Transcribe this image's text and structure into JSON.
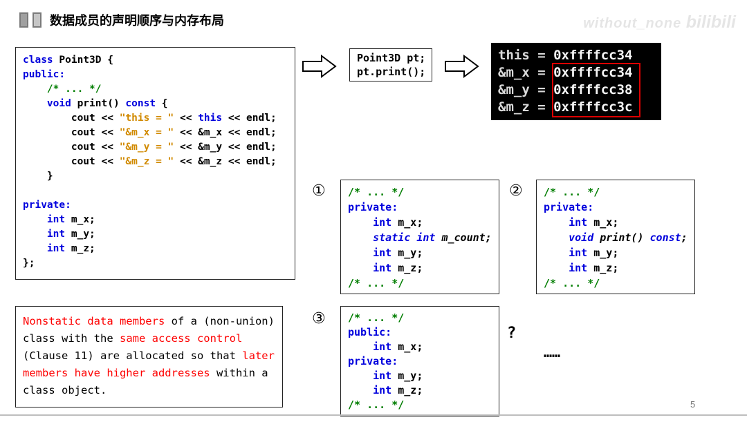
{
  "header": {
    "title": "数据成员的声明顺序与内存布局",
    "watermark_1": "without_none",
    "watermark_2": "bilibili"
  },
  "main_code": {
    "lines": [
      [
        [
          "kw",
          "class"
        ],
        [
          "p",
          " Point3D {"
        ]
      ],
      [
        [
          "kw",
          "public:"
        ]
      ],
      [
        [
          "p",
          "    "
        ],
        [
          "com",
          "/* ... */"
        ]
      ],
      [
        [
          "p",
          "    "
        ],
        [
          "kw",
          "void"
        ],
        [
          "p",
          " print() "
        ],
        [
          "kw",
          "const"
        ],
        [
          "p",
          " {"
        ]
      ],
      [
        [
          "p",
          "        cout << "
        ],
        [
          "str",
          "\"this = \""
        ],
        [
          "p",
          " << "
        ],
        [
          "kw",
          "this"
        ],
        [
          "p",
          " << endl;"
        ]
      ],
      [
        [
          "p",
          "        cout << "
        ],
        [
          "str",
          "\"&m_x = \""
        ],
        [
          "p",
          " << &m_x << endl;"
        ]
      ],
      [
        [
          "p",
          "        cout << "
        ],
        [
          "str",
          "\"&m_y = \""
        ],
        [
          "p",
          " << &m_y << endl;"
        ]
      ],
      [
        [
          "p",
          "        cout << "
        ],
        [
          "str",
          "\"&m_z = \""
        ],
        [
          "p",
          " << &m_z << endl;"
        ]
      ],
      [
        [
          "p",
          "    }"
        ]
      ],
      [],
      [
        [
          "kw",
          "private:"
        ]
      ],
      [
        [
          "p",
          "    "
        ],
        [
          "kw",
          "int"
        ],
        [
          "p",
          " m_x;"
        ]
      ],
      [
        [
          "p",
          "    "
        ],
        [
          "kw",
          "int"
        ],
        [
          "p",
          " m_y;"
        ]
      ],
      [
        [
          "p",
          "    "
        ],
        [
          "kw",
          "int"
        ],
        [
          "p",
          " m_z;"
        ]
      ],
      [
        [
          "p",
          "};"
        ]
      ]
    ]
  },
  "call_box": {
    "lines": [
      [
        [
          "p",
          "Point3D pt;"
        ]
      ],
      [
        [
          "p",
          "pt.print();"
        ]
      ]
    ]
  },
  "terminal": {
    "lines": [
      [
        [
          "t",
          "this = "
        ],
        [
          "tv",
          "0xffffcc34"
        ]
      ],
      [
        [
          "t",
          "&m_x = "
        ],
        [
          "tv",
          "0xffffcc34"
        ]
      ],
      [
        [
          "t",
          "&m_y = "
        ],
        [
          "tv",
          "0xffffcc38"
        ]
      ],
      [
        [
          "t",
          "&m_z = "
        ],
        [
          "tv",
          "0xffffcc3c"
        ]
      ]
    ]
  },
  "snippets": {
    "one": {
      "num": "①",
      "lines": [
        [
          [
            "com",
            "/* ... */"
          ]
        ],
        [
          [
            "kw",
            "private:"
          ]
        ],
        [
          [
            "p",
            "    "
          ],
          [
            "kw",
            "int"
          ],
          [
            "p",
            " m_x;"
          ]
        ],
        [
          [
            "pi",
            "    "
          ],
          [
            "kwi",
            "static int"
          ],
          [
            "pi",
            " m_count;"
          ]
        ],
        [
          [
            "p",
            "    "
          ],
          [
            "kw",
            "int"
          ],
          [
            "p",
            " m_y;"
          ]
        ],
        [
          [
            "p",
            "    "
          ],
          [
            "kw",
            "int"
          ],
          [
            "p",
            " m_z;"
          ]
        ],
        [
          [
            "com",
            "/* ... */"
          ]
        ]
      ]
    },
    "two": {
      "num": "②",
      "lines": [
        [
          [
            "com",
            "/* ... */"
          ]
        ],
        [
          [
            "kw",
            "private:"
          ]
        ],
        [
          [
            "p",
            "    "
          ],
          [
            "kw",
            "int"
          ],
          [
            "p",
            " m_x;"
          ]
        ],
        [
          [
            "pi",
            "    "
          ],
          [
            "kwi",
            "void"
          ],
          [
            "pi",
            " print() "
          ],
          [
            "kwi",
            "const"
          ],
          [
            "pi",
            ";"
          ]
        ],
        [
          [
            "p",
            "    "
          ],
          [
            "kw",
            "int"
          ],
          [
            "p",
            " m_y;"
          ]
        ],
        [
          [
            "p",
            "    "
          ],
          [
            "kw",
            "int"
          ],
          [
            "p",
            " m_z;"
          ]
        ],
        [
          [
            "com",
            "/* ... */"
          ]
        ]
      ]
    },
    "three": {
      "num": "③",
      "lines": [
        [
          [
            "com",
            "/* ... */"
          ]
        ],
        [
          [
            "kw",
            "public:"
          ]
        ],
        [
          [
            "p",
            "    "
          ],
          [
            "kw",
            "int"
          ],
          [
            "p",
            " m_x;"
          ]
        ],
        [
          [
            "kw",
            "private:"
          ]
        ],
        [
          [
            "p",
            "    "
          ],
          [
            "kw",
            "int"
          ],
          [
            "p",
            " m_y;"
          ]
        ],
        [
          [
            "p",
            "    "
          ],
          [
            "kw",
            "int"
          ],
          [
            "p",
            " m_z;"
          ]
        ],
        [
          [
            "com",
            "/* ... */"
          ]
        ]
      ]
    }
  },
  "quote": {
    "segments": [
      [
        "red",
        "Nonstatic data members"
      ],
      [
        "p",
        " of a (non-union) class with the "
      ],
      [
        "red",
        "same access control"
      ],
      [
        "p",
        " (Clause 11) are allocated so that "
      ],
      [
        "red",
        "later members have higher addresses"
      ],
      [
        "p",
        " within a class object."
      ]
    ]
  },
  "annotations": {
    "question": "?",
    "ellipsis": "……"
  },
  "footer": {
    "page": "5"
  },
  "colors": {
    "keyword": "#0000dd",
    "string": "#d18a00",
    "comment": "#007d00",
    "emphasis": "#fe0000",
    "terminal_bg": "#000000",
    "terminal_text": "#f5f5f5",
    "highlight_border": "#dd0000"
  }
}
